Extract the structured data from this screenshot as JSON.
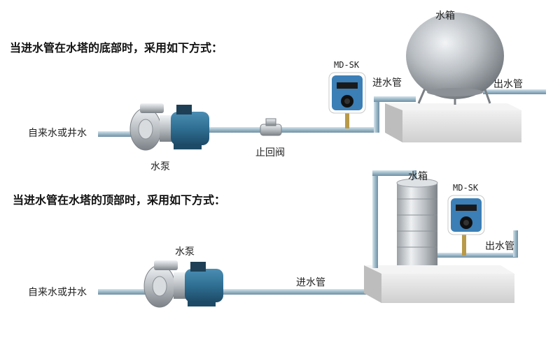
{
  "top_section": {
    "heading": "当进水管在水塔的底部时，采用如下方式：",
    "source_label": "自来水或井水",
    "pump_label": "水泵",
    "check_valve_label": "止回阀",
    "controller_label": "MD-SK",
    "inlet_label": "进水管",
    "tank_label": "水箱",
    "outlet_label": "出水管"
  },
  "bottom_section": {
    "heading": "当进水管在水塔的顶部时，采用如下方式：",
    "source_label": "自来水或井水",
    "pump_label": "水泵",
    "inlet_label": "进水管",
    "tank_label": "水箱",
    "controller_label": "MD-SK",
    "outlet_label": "出水管"
  },
  "colors": {
    "pipe": "#9bb8c8",
    "pipe_edge": "#6f8fa3",
    "pump_body": "#2f6f93",
    "controller_face": "#3b7fb6",
    "platform": "#e2e2e2",
    "tank_steel": "#c8ccd0"
  }
}
